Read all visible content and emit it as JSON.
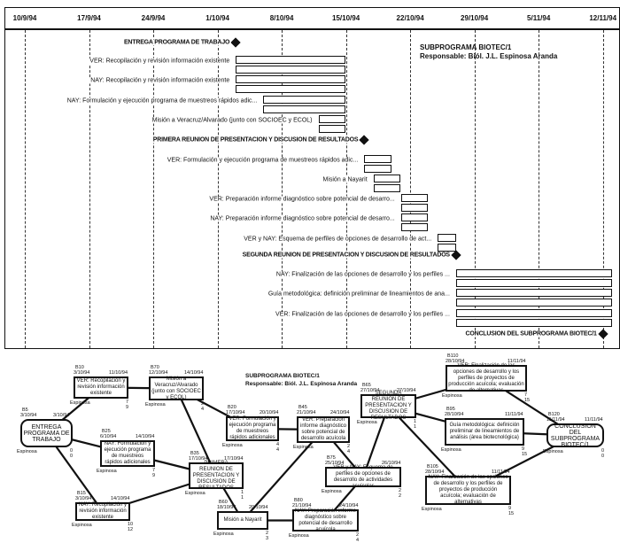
{
  "gantt": {
    "title": "SUBPROGRAMA BIOTEC/1",
    "responsible": "Responsable: Biól. J.L. Espinosa Aranda",
    "ticks": [
      "10/9/94",
      "17/9/94",
      "24/9/94",
      "1/10/94",
      "8/10/94",
      "15/10/94",
      "22/10/94",
      "29/10/94",
      "5/11/94",
      "12/11/94"
    ],
    "tasks": [
      {
        "label": "ENTREGA PROGRAMA DE TRABAJO",
        "type": "milestone",
        "start": 23,
        "end": 23
      },
      {
        "label": "VER: Recopilación y revisión información existente",
        "type": "task",
        "start": 23,
        "end": 34
      },
      {
        "label": "NAY: Recopilación y revisión información existente",
        "type": "task",
        "start": 23,
        "end": 34
      },
      {
        "label": "NAY: Formulación y ejecución programa de muestreos rápidos adic...",
        "type": "task",
        "start": 26,
        "end": 34
      },
      {
        "label": "Misión a Veracruz/Alvarado (junto con SOCIOEC y ECOL)",
        "type": "task",
        "start": 32,
        "end": 34
      },
      {
        "label": "PRIMERA REUNION DE PRESENTACION Y DISCUSION DE RESULTADOS",
        "type": "milestone",
        "start": 37,
        "end": 37
      },
      {
        "label": "VER: Formulación y ejecución programa de muestreos rápidos adic...",
        "type": "task",
        "start": 37,
        "end": 39
      },
      {
        "label": "Misión a Nayarit",
        "type": "task",
        "start": 38,
        "end": 40
      },
      {
        "label": "VER: Preparación informe diagnóstico sobre potencial de desarro...",
        "type": "task",
        "start": 41,
        "end": 43
      },
      {
        "label": "NAY: Preparación informe diagnóstico sobre potencial de desarro...",
        "type": "task",
        "start": 41,
        "end": 43
      },
      {
        "label": "VER y NAY: Esquema de perfiles de opciones de desarrollo de act...",
        "type": "task",
        "start": 45,
        "end": 46
      },
      {
        "label": "SEGUNDA REUNION DE PRESENTACION Y DISCUSION DE RESULTADOS",
        "type": "milestone",
        "start": 47,
        "end": 47
      },
      {
        "label": "NAY: Finalización de las opciones de desarrollo y los perfiles ...",
        "type": "task",
        "start": 47,
        "end": 63
      },
      {
        "label": "Guía metodológica: definición preliminar de lineamientos de ana...",
        "type": "task",
        "start": 47,
        "end": 63
      },
      {
        "label": "VER: Finalización de las opciones de desarrollo y los perfiles ...",
        "type": "task",
        "start": 47,
        "end": 63
      },
      {
        "label": "CONCLUSION DEL SUBPROGRAMA BIOTEC/1",
        "type": "milestone",
        "start": 63,
        "end": 63
      }
    ]
  },
  "pert": {
    "title": "SUBPROGRAMA BIOTEC/1",
    "responsible": "Responsable: Biól. J.L. Espinosa Aranda",
    "nodes": [
      {
        "id": "B5",
        "text": "ENTREGA PROGRAMA DE TRABAJO",
        "start": "3/10/94",
        "end": "3/10/94",
        "resp": "Espinosa",
        "a": "0",
        "b": "0"
      },
      {
        "id": "B10",
        "text": "VER: Recopilación y revisión información existente",
        "start": "3/10/94",
        "end": "11/10/94",
        "resp": "Espinosa",
        "a": "7",
        "b": "9"
      },
      {
        "id": "B70",
        "text": "Misión a Veracruz/Alvarado (junto con SOCIOEC y ECOL)",
        "start": "12/10/94",
        "end": "14/10/94",
        "resp": "Espinosa",
        "a": "2",
        "b": "4"
      },
      {
        "id": "B25",
        "text": "NAY: Formulación y ejecución programa de muestreos rápidos adicionales",
        "start": "6/10/94",
        "end": "14/10/94",
        "resp": "Espinosa",
        "a": "7",
        "b": "9"
      },
      {
        "id": "B15",
        "text": "NAY: Recopilación y revisión información existente",
        "start": "3/10/94",
        "end": "14/10/94",
        "resp": "Espinosa",
        "a": "10",
        "b": "12"
      },
      {
        "id": "B35",
        "text": "PRIMERA REUNION DE PRESENTACION Y DISCUSION DE RESULTADOS",
        "start": "17/10/94",
        "end": "17/10/94",
        "resp": "Espinosa",
        "a": "1",
        "b": "1"
      },
      {
        "id": "B20",
        "text": "VER: Formulación y ejecución programa de muestreos rápidos adicionales",
        "start": "17/10/94",
        "end": "20/10/94",
        "resp": "Espinosa",
        "a": "4",
        "b": "4"
      },
      {
        "id": "B60",
        "text": "Misión a Nayarit",
        "start": "18/10/94",
        "end": "20/10/94",
        "resp": "Espinosa",
        "a": "2",
        "b": "3"
      },
      {
        "id": "B45",
        "text": "VER: Preparación informe diagnóstico sobre potencial de desarrollo acuícola",
        "start": "21/10/94",
        "end": "24/10/94",
        "resp": "Espinosa",
        "a": "2",
        "b": "4"
      },
      {
        "id": "B80",
        "text": "NAY: Preparación informe diagnóstico sobre potencial de desarrollo acuícola",
        "start": "21/10/94",
        "end": "24/10/94",
        "resp": "Espinosa",
        "a": "2",
        "b": "4"
      },
      {
        "id": "B75",
        "text": "VER y NAY: Esquema de perfiles de opciones de desarrollo de actividades acuícolas",
        "start": "25/10/94",
        "end": "26/10/94",
        "resp": "Espinosa",
        "a": "2",
        "b": "2"
      },
      {
        "id": "B65",
        "text": "SEGUNDA REUNION DE PRESENTACION Y DISCUSION DE RESULTADOS",
        "start": "27/10/94",
        "end": "27/10/94",
        "resp": "Espinosa",
        "a": "1",
        "b": "1"
      },
      {
        "id": "B110",
        "text": "VER: Finalización de las opciones de desarrollo y los perfiles de proyectos de producción acuícola; evaluación de alternativas",
        "start": "28/10/94",
        "end": "11/11/94",
        "resp": "Espinosa",
        "a": "7",
        "b": "15"
      },
      {
        "id": "B95",
        "text": "Guía metodológica: definición preliminar de lineamientos de análisis (área biotecnológica)",
        "start": "28/10/94",
        "end": "11/11/94",
        "resp": "Espinosa",
        "a": "9",
        "b": "15"
      },
      {
        "id": "B105",
        "text": "NAY: Finalización de las opciones de desarrollo y los perfiles de proyectos de producción acuícola; evaluación de alternativas",
        "start": "28/10/94",
        "end": "11/11/94",
        "resp": "Espinosa",
        "a": "9",
        "b": "15"
      },
      {
        "id": "B120",
        "text": "CONCLUSION DEL SUBPROGRAMA BIOTEC/1",
        "start": "11/11/94",
        "end": "11/11/94",
        "resp": "Espinosa",
        "a": "0",
        "b": "0"
      }
    ],
    "edges": [
      [
        "B5",
        "B10"
      ],
      [
        "B5",
        "B25"
      ],
      [
        "B5",
        "B15"
      ],
      [
        "B10",
        "B70"
      ],
      [
        "B70",
        "B20"
      ],
      [
        "B70",
        "B35"
      ],
      [
        "B25",
        "B35"
      ],
      [
        "B15",
        "B35"
      ],
      [
        "B35",
        "B60"
      ],
      [
        "B60",
        "B45"
      ],
      [
        "B20",
        "B45"
      ],
      [
        "B60",
        "B80"
      ],
      [
        "B45",
        "B75"
      ],
      [
        "B80",
        "B75"
      ],
      [
        "B75",
        "B65"
      ],
      [
        "B65",
        "B110"
      ],
      [
        "B65",
        "B95"
      ],
      [
        "B65",
        "B105"
      ],
      [
        "B110",
        "B120"
      ],
      [
        "B95",
        "B120"
      ],
      [
        "B105",
        "B120"
      ]
    ]
  }
}
